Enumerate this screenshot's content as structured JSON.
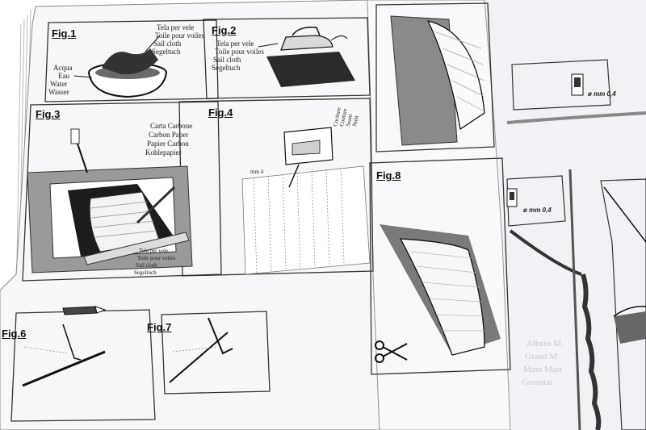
{
  "fig1": {
    "title": "Fig.1",
    "cloth_labels": [
      "Tela per vele",
      "Toile pour voiles",
      "Sail cloth",
      "Segeltuch"
    ],
    "water_labels": [
      "Acqua",
      "Eau",
      "Water",
      "Wasser"
    ]
  },
  "fig2": {
    "title": "Fig.2",
    "cloth_labels": [
      "Tela per vele",
      "Toile pour voiles",
      "Sail cloth",
      "Segeltuch"
    ]
  },
  "fig3": {
    "title": "Fig.3",
    "carbon_labels": [
      "Carta Carbone",
      "Carbon Paper",
      "Papier Carbon",
      "Kohlepapier"
    ],
    "cloth_labels": [
      "Tela per vele",
      "Toile pour voiles",
      "Sail cloth",
      "Segeltuch"
    ]
  },
  "fig4": {
    "title": "Fig.4",
    "measure": "mm 4",
    "seam_labels": [
      "Cuciture",
      "Couture",
      "Seam",
      "Naht"
    ]
  },
  "fig6": {
    "title": "Fig.6"
  },
  "fig7": {
    "title": "Fig.7"
  },
  "fig8": {
    "title": "Fig.8"
  },
  "right_page": {
    "wire1": "ø mm 0,4",
    "wire2": "ø mm 0,4",
    "faint_lines": [
      "Albero M",
      "Grand M",
      "Main Mast",
      "Grosmat"
    ]
  },
  "colors": {
    "paper": "#ffffff",
    "page_gray": "#f4f4f7",
    "ink": "#111111",
    "mid_gray": "#9a9a9a"
  }
}
